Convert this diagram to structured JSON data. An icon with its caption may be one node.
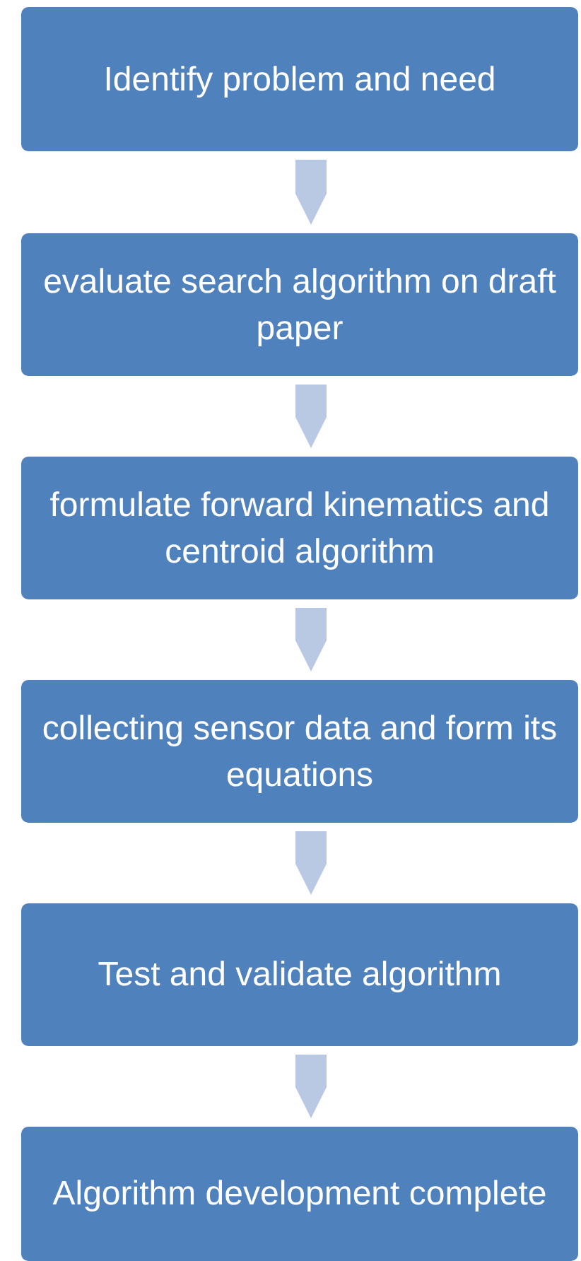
{
  "diagram": {
    "nodes": [
      {
        "text": [
          "Identify problem and need"
        ]
      },
      {
        "text": [
          "evaluate search algorithm on draft paper"
        ]
      },
      {
        "text": [
          "formulate forward kinematics and centroid algorithm"
        ]
      },
      {
        "text": [
          "collecting sensor data and form its equations"
        ]
      },
      {
        "text": [
          "Test and validate algorithm"
        ]
      },
      {
        "text": [
          "Algorithm development complete"
        ]
      }
    ],
    "edges": [
      {
        "from": 0,
        "to": 1,
        "arrow": "to"
      },
      {
        "from": 1,
        "to": 2,
        "arrow": "to"
      },
      {
        "from": 2,
        "to": 3,
        "arrow": "to"
      },
      {
        "from": 3,
        "to": 4,
        "arrow": "to"
      },
      {
        "from": 4,
        "to": 5,
        "arrow": "to"
      }
    ]
  }
}
